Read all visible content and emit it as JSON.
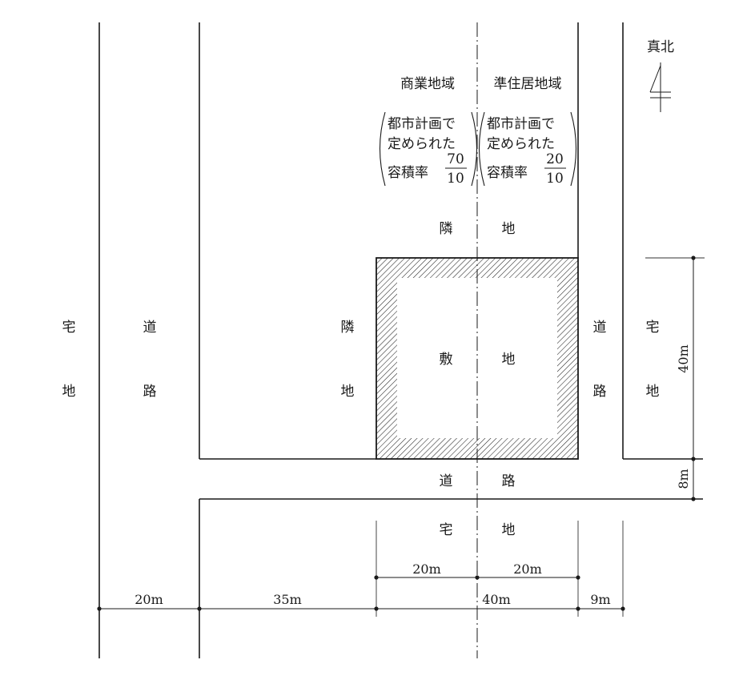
{
  "north": {
    "label": "真北"
  },
  "zones": {
    "left": "商業地域",
    "right": "準住居地域"
  },
  "far": {
    "left": {
      "line1": "都市計画で",
      "line2": "定められた",
      "line3": "容積率",
      "num": "70",
      "den": "10"
    },
    "right": {
      "line1": "都市計画で",
      "line2": "定められた",
      "line3": "容積率",
      "num": "20",
      "den": "10"
    }
  },
  "labels": {
    "neighbor_top_1": "隣",
    "neighbor_top_2": "地",
    "neighbor_left_1": "隣",
    "neighbor_left_2": "地",
    "site_1": "敷",
    "site_2": "地",
    "road_west_1": "道",
    "road_west_2": "路",
    "road_east_1": "道",
    "road_east_2": "路",
    "road_south_1": "道",
    "road_south_2": "路",
    "lot_farwest_1": "宅",
    "lot_farwest_2": "地",
    "lot_east_1": "宅",
    "lot_east_2": "地",
    "lot_south_1": "宅",
    "lot_south_2": "地"
  },
  "dimensions": {
    "site_half_left": "20m",
    "site_half_right": "20m",
    "road_west": "20m",
    "to_site": "35m",
    "site_width": "40m",
    "road_east": "9m",
    "site_depth": "40m",
    "road_south": "8m"
  }
}
